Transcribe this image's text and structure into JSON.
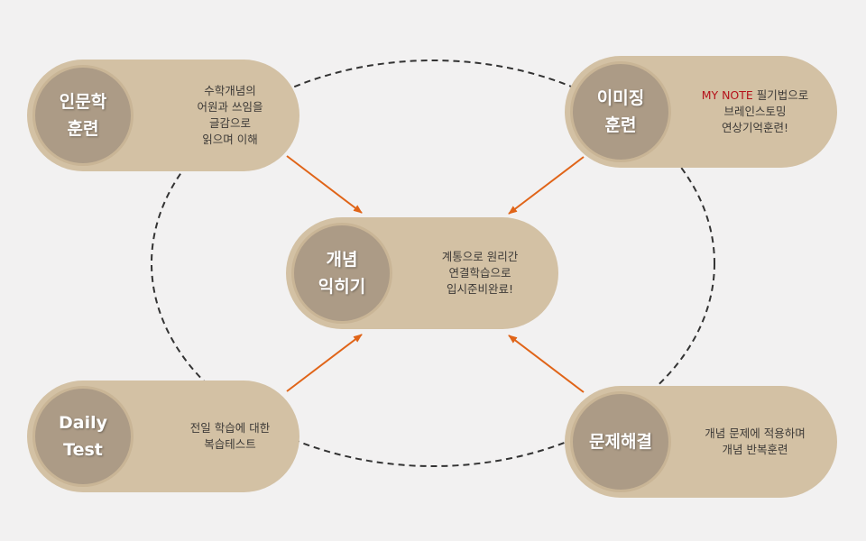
{
  "colors": {
    "background": "#f2f1f1",
    "pill": "#d3c1a4",
    "circle": "#ac9b86",
    "arrow": "#e06418",
    "dashed_ring": "#333333",
    "accent_text": "#b5121b"
  },
  "center": {
    "title": [
      "개념",
      "익히기"
    ],
    "desc": [
      "계통으로 원리간",
      "연결학습으로",
      "입시준비완료!"
    ]
  },
  "nodes": {
    "humanities": {
      "title": [
        "인문학",
        "훈련"
      ],
      "desc": [
        "수학개념의",
        "어원과 쓰임을",
        "글감으로",
        "읽으며 이해"
      ]
    },
    "imaging": {
      "title": [
        "이미징",
        "훈련"
      ],
      "desc_accent": "MY NOTE",
      "desc_first_rest": " 필기법으로",
      "desc": [
        "브레인스토밍",
        "연상기억훈련!"
      ]
    },
    "daily": {
      "title": [
        "Daily",
        "Test"
      ],
      "desc": [
        "전일 학습에 대한",
        "복습테스트"
      ]
    },
    "problem": {
      "title": [
        "문제해결"
      ],
      "desc": [
        "개념 문제에 적용하며",
        "개념 반복훈련"
      ]
    }
  }
}
